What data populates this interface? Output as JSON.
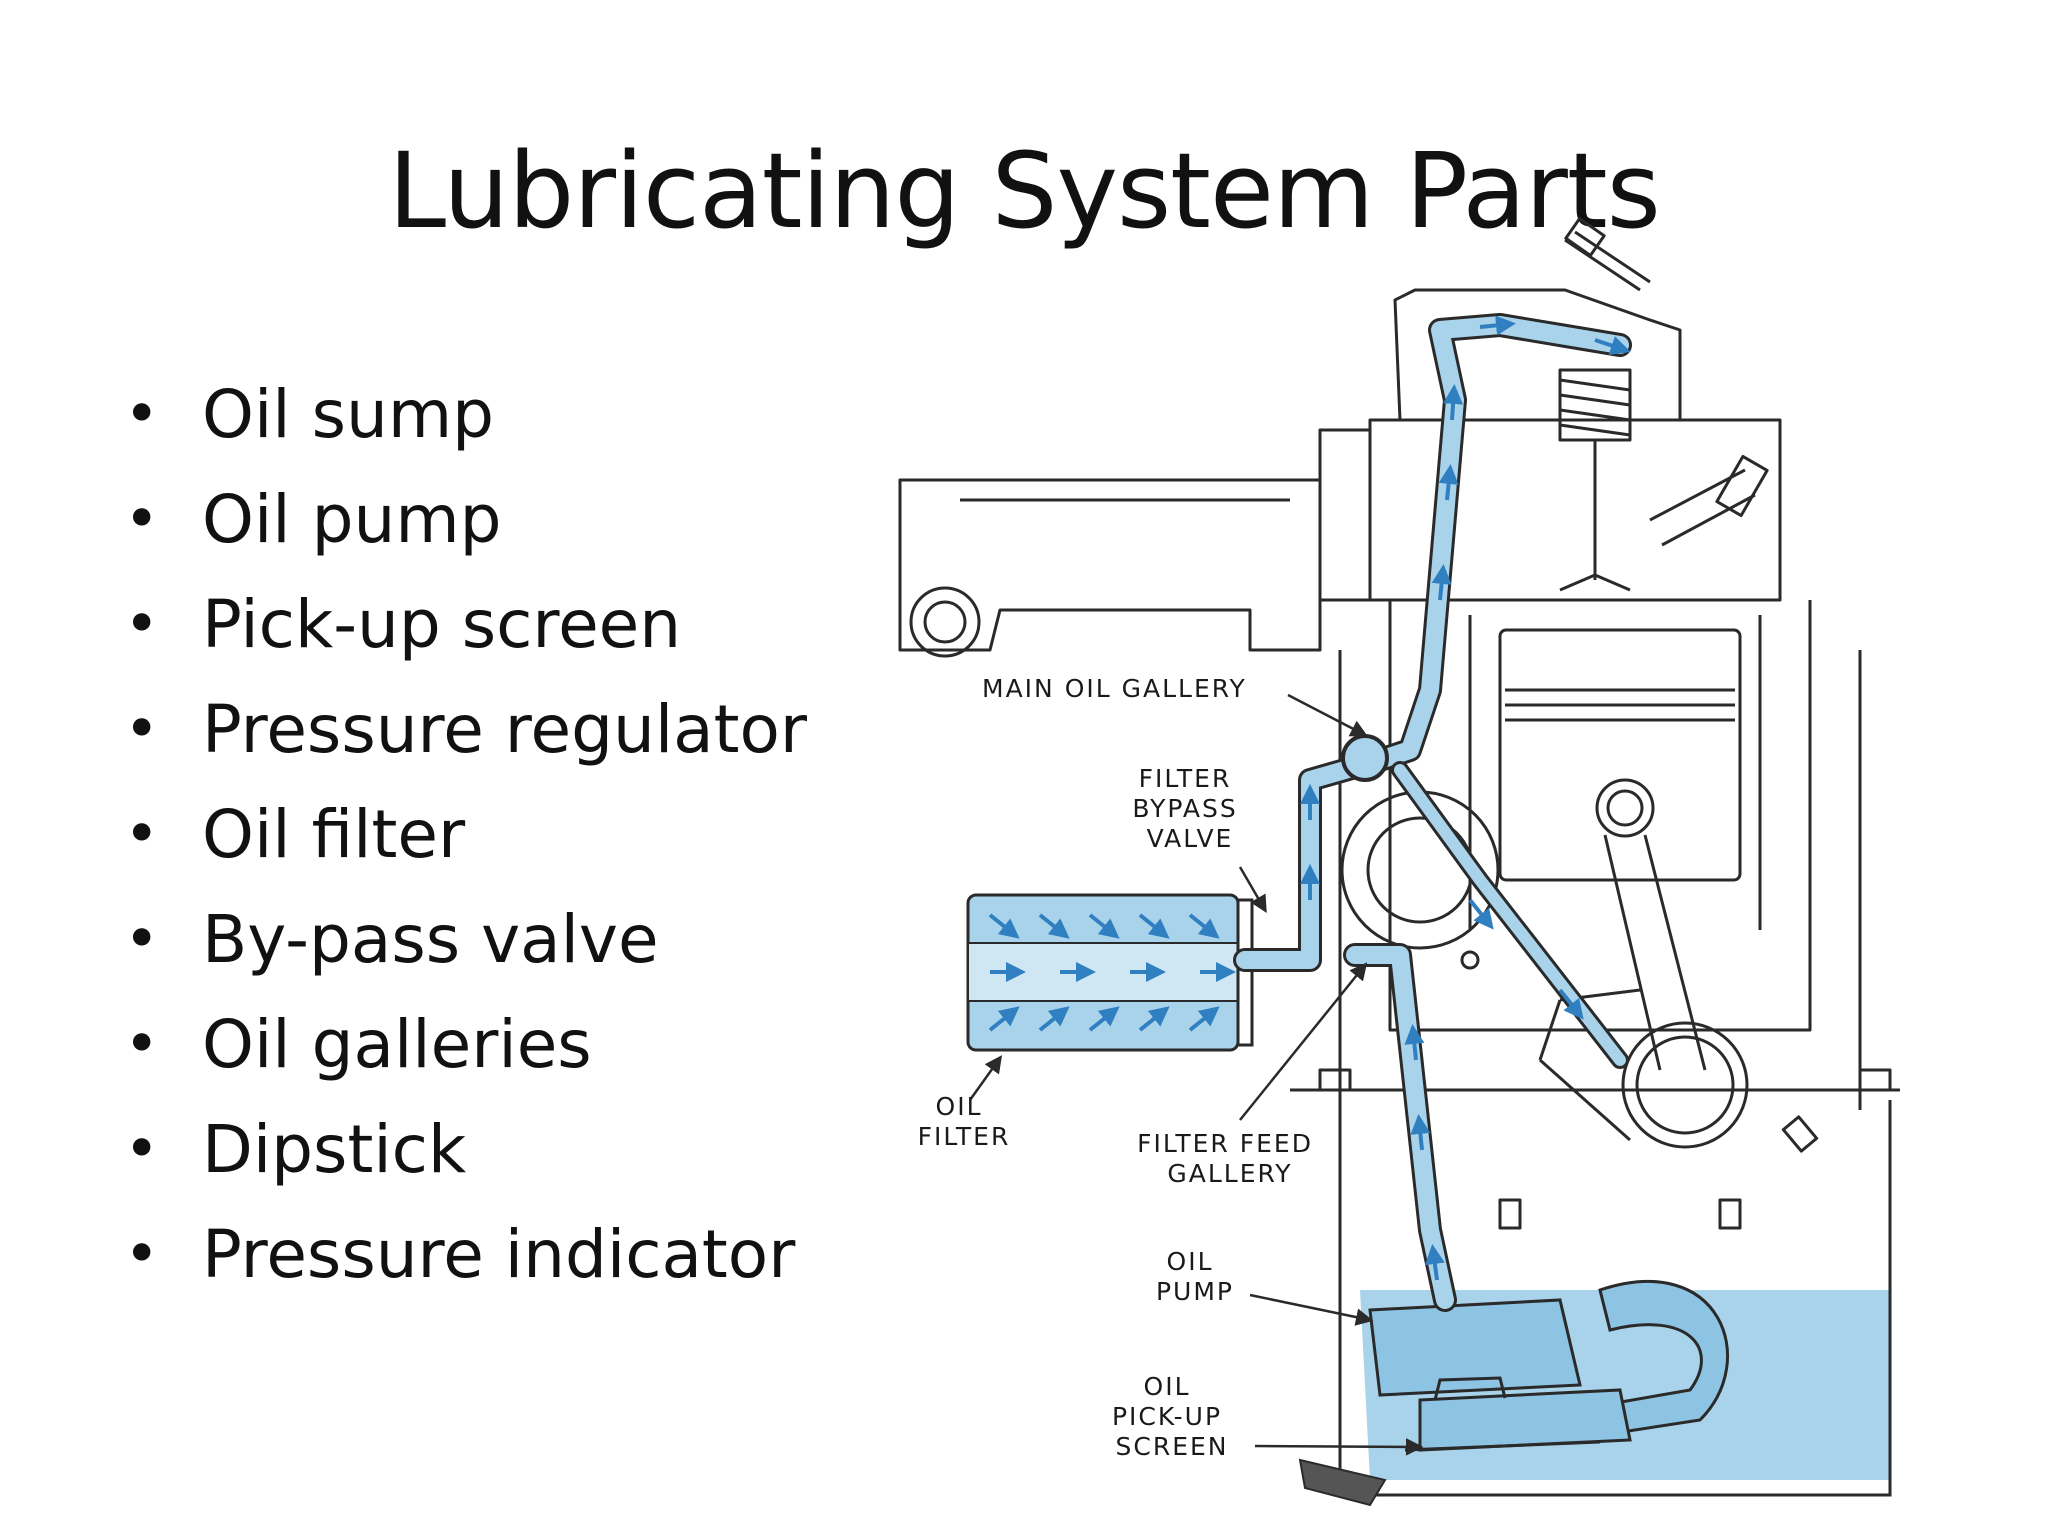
{
  "title": "Lubricating System Parts",
  "bullets": [
    "Oil sump",
    "Oil pump",
    "Pick-up screen",
    "Pressure regulator",
    "Oil filter",
    "By-pass valve",
    "Oil galleries",
    "Dipstick",
    "Pressure indicator"
  ],
  "diagram": {
    "labels": {
      "main_oil_gallery": "MAIN OIL GALLERY",
      "filter_bypass_valve": [
        "FILTER",
        "BYPASS",
        "VALVE"
      ],
      "oil_filter": [
        "OIL",
        "FILTER"
      ],
      "filter_feed_gallery": [
        "FILTER FEED",
        "GALLERY"
      ],
      "oil_pump": [
        "OIL",
        "PUMP"
      ],
      "oil_pickup_screen": [
        "OIL",
        "PICK-UP",
        "SCREEN"
      ]
    },
    "colors": {
      "oil": "#a9d3ea",
      "flow_arrow": "#2f7fc1",
      "line": "#2a2a2a"
    }
  }
}
